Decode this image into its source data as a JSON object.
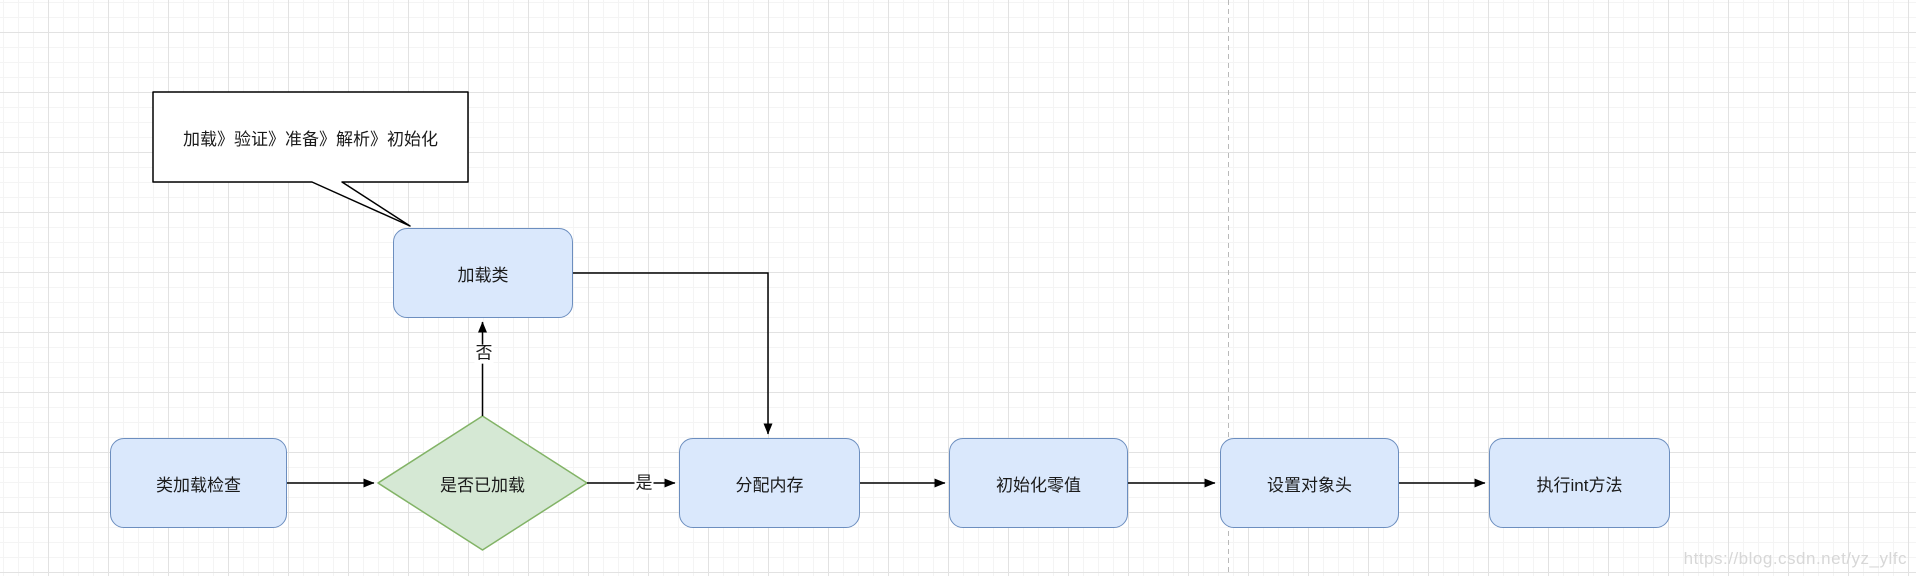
{
  "diagram": {
    "callout": {
      "text": "加载》验证》准备》解析》初始化"
    },
    "nodes": [
      {
        "id": "load-class",
        "label": "加载类",
        "shape": "rounded-rect"
      },
      {
        "id": "class-load-check",
        "label": "类加载检查",
        "shape": "rounded-rect"
      },
      {
        "id": "check-loaded",
        "label": "是否已加载",
        "shape": "diamond"
      },
      {
        "id": "allocate-memory",
        "label": "分配内存",
        "shape": "rounded-rect"
      },
      {
        "id": "init-zero-values",
        "label": "初始化零值",
        "shape": "rounded-rect"
      },
      {
        "id": "set-object-header",
        "label": "设置对象头",
        "shape": "rounded-rect"
      },
      {
        "id": "execute-init-method",
        "label": "执行int方法",
        "shape": "rounded-rect"
      }
    ],
    "edge_labels": {
      "yes": "是",
      "no": "否"
    },
    "colors": {
      "process_fill": "#dae8fc",
      "process_stroke": "#6c8ebf",
      "decision_fill": "#d5e8d4",
      "decision_stroke": "#82b366",
      "callout_fill": "#ffffff",
      "callout_stroke": "#000000",
      "edge_stroke": "#000000",
      "grid_major": "#e2e2e2",
      "grid_minor": "#f4f4f4",
      "page_divider": "#b9b9b9",
      "watermark_text": "#d7d7d7"
    },
    "watermark": "https://blog.csdn.net/yz_ylfc"
  }
}
